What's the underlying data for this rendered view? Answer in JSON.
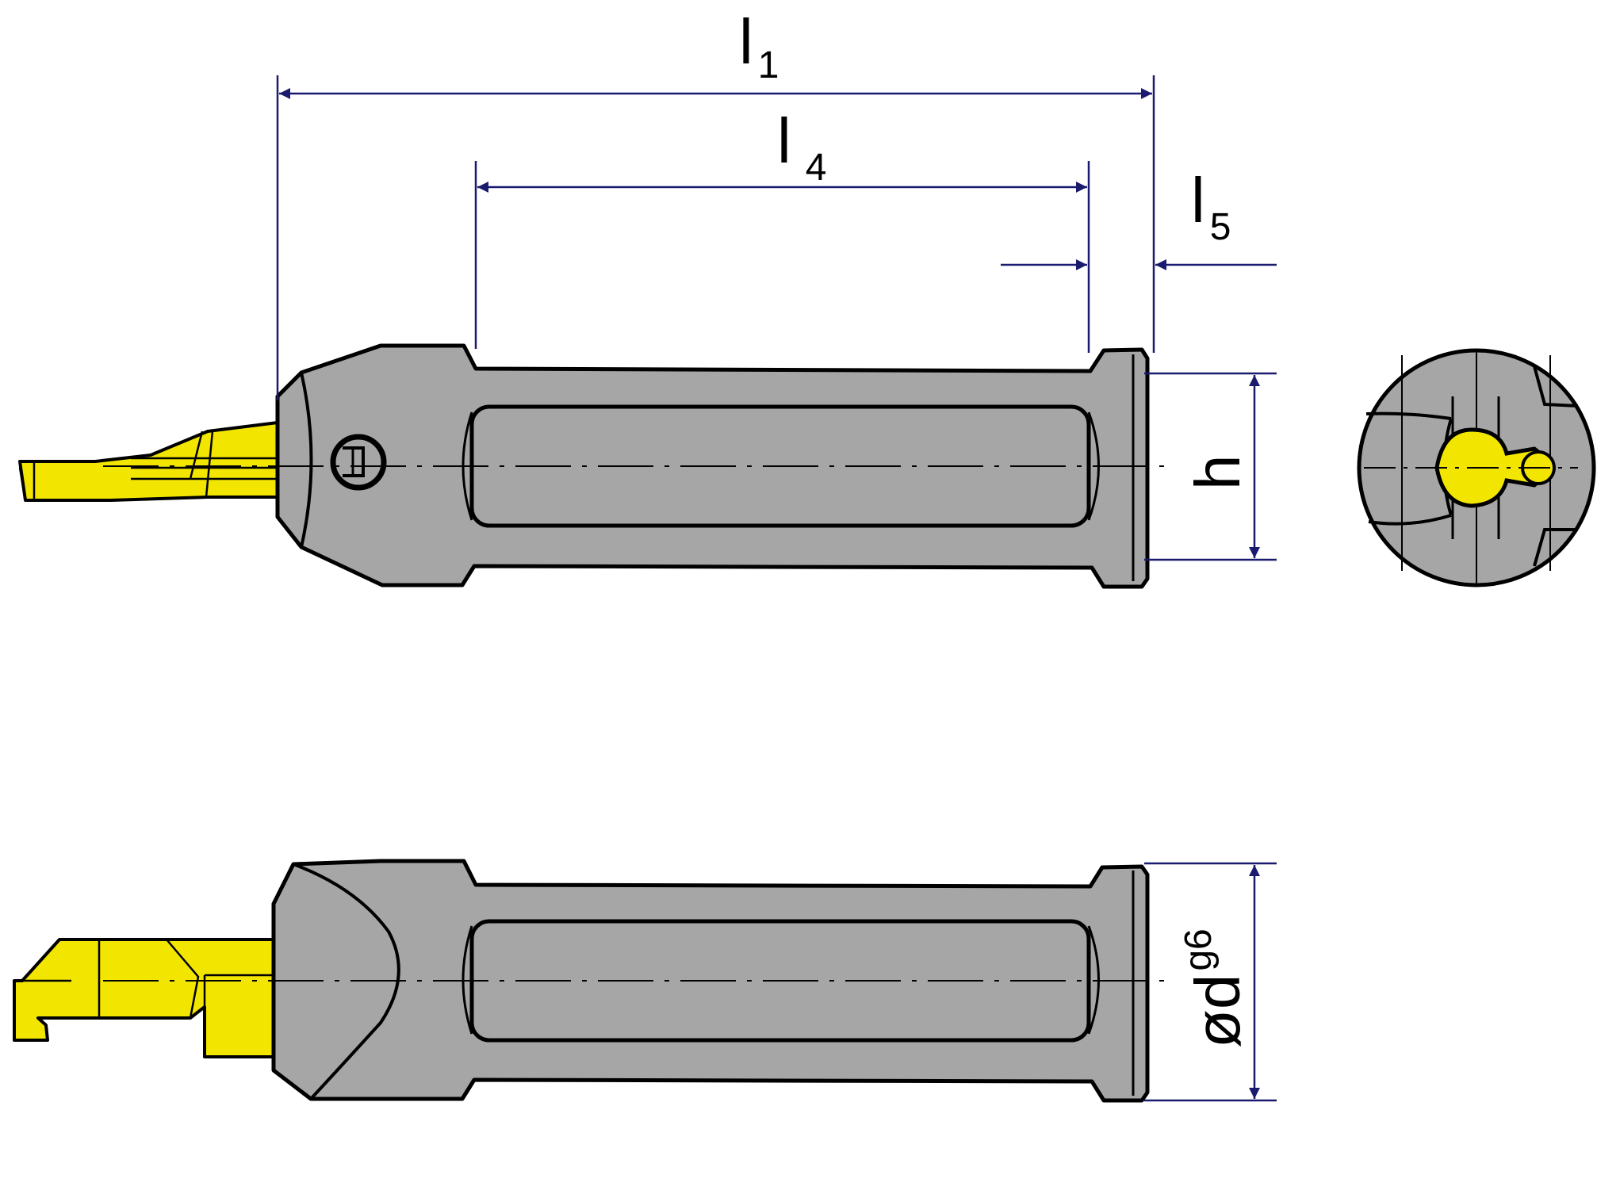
{
  "colors": {
    "body": "#a6a6a6",
    "insert": "#f2e600",
    "outline": "#000000",
    "dimension": "#1a1a6e",
    "background": "#ffffff"
  },
  "labels": {
    "l1": {
      "main": "l",
      "sub": "1"
    },
    "l4": {
      "main": "l",
      "sub": "4"
    },
    "l5": {
      "main": "l",
      "sub": "5"
    },
    "h": {
      "main": "h"
    },
    "d": {
      "main": "ød",
      "sub": "g6"
    }
  }
}
